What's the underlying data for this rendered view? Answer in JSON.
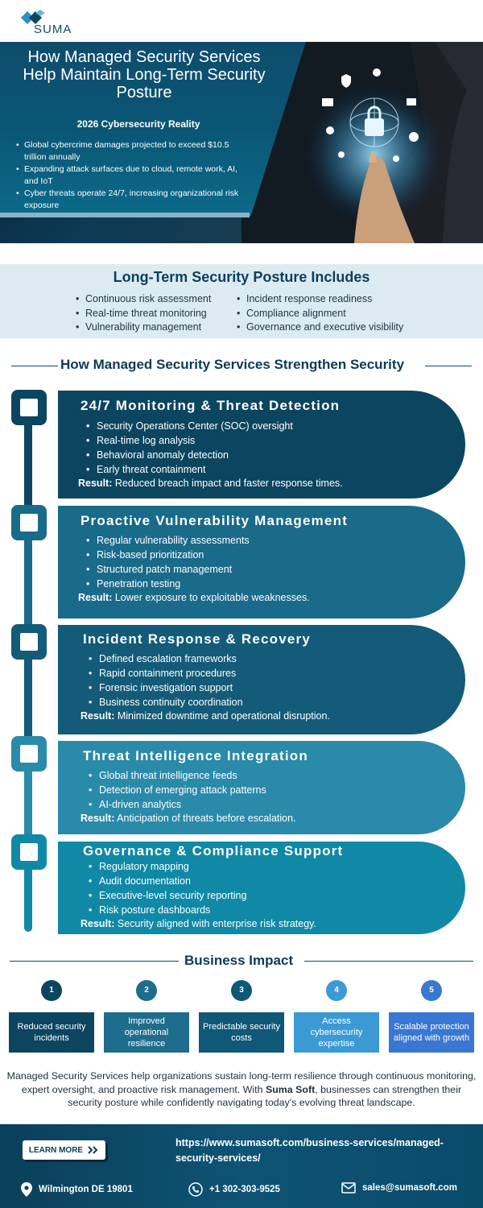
{
  "brand": {
    "name": "SUMA"
  },
  "hero": {
    "title": "How Managed Security Services Help Maintain Long-Term Security Posture",
    "subtitle": "2026 Cybersecurity Reality",
    "bullets": [
      "Global cybercrime damages projected to exceed $10.5 trillion annually",
      "Expanding attack surfaces due to cloud, remote work, AI, and IoT",
      "Cyber threats operate 24/7, increasing organizational risk exposure"
    ]
  },
  "posture": {
    "title": "Long-Term Security Posture Includes",
    "left": [
      "Continuous risk assessment",
      "Real-time threat monitoring",
      "Vulnerability management"
    ],
    "right": [
      "Incident response readiness",
      "Compliance alignment",
      "Governance and executive visibility"
    ]
  },
  "strengthen": {
    "heading": "How Managed Security Services Strengthen Security",
    "result_label": "Result:",
    "cards": [
      {
        "title": "24/7 Monitoring & Threat Detection",
        "items": [
          "Security Operations Center (SOC) oversight",
          "Real-time log analysis",
          "Behavioral anomaly detection",
          "Early threat containment"
        ],
        "result": "Reduced breach impact and faster response times.",
        "color": "#0c4560"
      },
      {
        "title": "Proactive Vulnerability Management",
        "items": [
          "Regular vulnerability assessments",
          "Risk-based prioritization",
          "Structured patch management",
          "Penetration testing"
        ],
        "result": "Lower exposure to exploitable weaknesses.",
        "color": "#1a6a8a"
      },
      {
        "title": "Incident Response & Recovery",
        "items": [
          "Defined escalation frameworks",
          "Rapid containment procedures",
          "Forensic investigation support",
          "Business continuity coordination"
        ],
        "result": "Minimized downtime and operational disruption.",
        "color": "#135b78"
      },
      {
        "title": "Threat Intelligence Integration",
        "items": [
          "Global threat intelligence feeds",
          "Detection of emerging attack patterns",
          "AI-driven analytics"
        ],
        "result": "Anticipation of threats before escalation.",
        "color": "#2a8aaa"
      },
      {
        "title": "Governance & Compliance Support",
        "items": [
          "Regulatory mapping",
          "Audit documentation",
          "Executive-level security reporting",
          "Risk posture dashboards"
        ],
        "result": "Security aligned with enterprise risk strategy.",
        "color": "#1089a6"
      }
    ]
  },
  "impact": {
    "heading": "Business Impact",
    "items": [
      {
        "num": "1",
        "label": "Reduced security incidents",
        "color": "#0c4560"
      },
      {
        "num": "2",
        "label": "Improved operational resilience",
        "color": "#1e6d8c"
      },
      {
        "num": "3",
        "label": "Predictable security costs",
        "color": "#0f5877"
      },
      {
        "num": "4",
        "label": "Access cybersecurity expertise",
        "color": "#3b9ad4"
      },
      {
        "num": "5",
        "label": "Scalable protection aligned with growth",
        "color": "#3977d2"
      }
    ]
  },
  "summary": {
    "before": "Managed Security Services help organizations sustain long-term resilience through continuous monitoring, expert oversight, and proactive risk management. With ",
    "brand": "Suma Soft",
    "after": ", businesses can strengthen their security posture while confidently navigating today's evolving threat landscape."
  },
  "footer": {
    "cta": "LEARN MORE",
    "url": "https://www.sumasoft.com/business-services/managed-security-services/",
    "location": "Wilmington DE 19801",
    "phone": "+1 302-303-9525",
    "email": "sales@sumasoft.com"
  }
}
